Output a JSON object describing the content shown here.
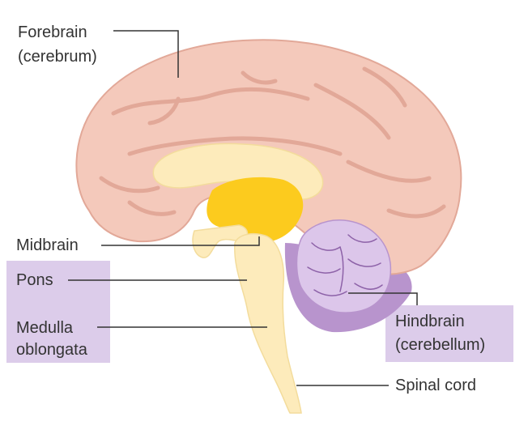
{
  "labels": {
    "forebrain": {
      "line1": "Forebrain",
      "line2": "(cerebrum)"
    },
    "midbrain": "Midbrain",
    "pons": "Pons",
    "medulla": {
      "line1": "Medulla",
      "line2": "oblongata"
    },
    "hindbrain": {
      "line1": "Hindbrain",
      "line2": "(cerebellum)"
    },
    "spinal_cord": "Spinal cord"
  },
  "colors": {
    "cerebrum_fill": "#f4c9bb",
    "cerebrum_stroke": "#e2a898",
    "inner_fill": "#fdebbb",
    "midbrain_fill": "#fccb1e",
    "cerebellum_fill": "#dcc6ea",
    "cerebellum_dark": "#b894cd",
    "label_highlight": "#dcccea",
    "leader_line": "#333333"
  }
}
